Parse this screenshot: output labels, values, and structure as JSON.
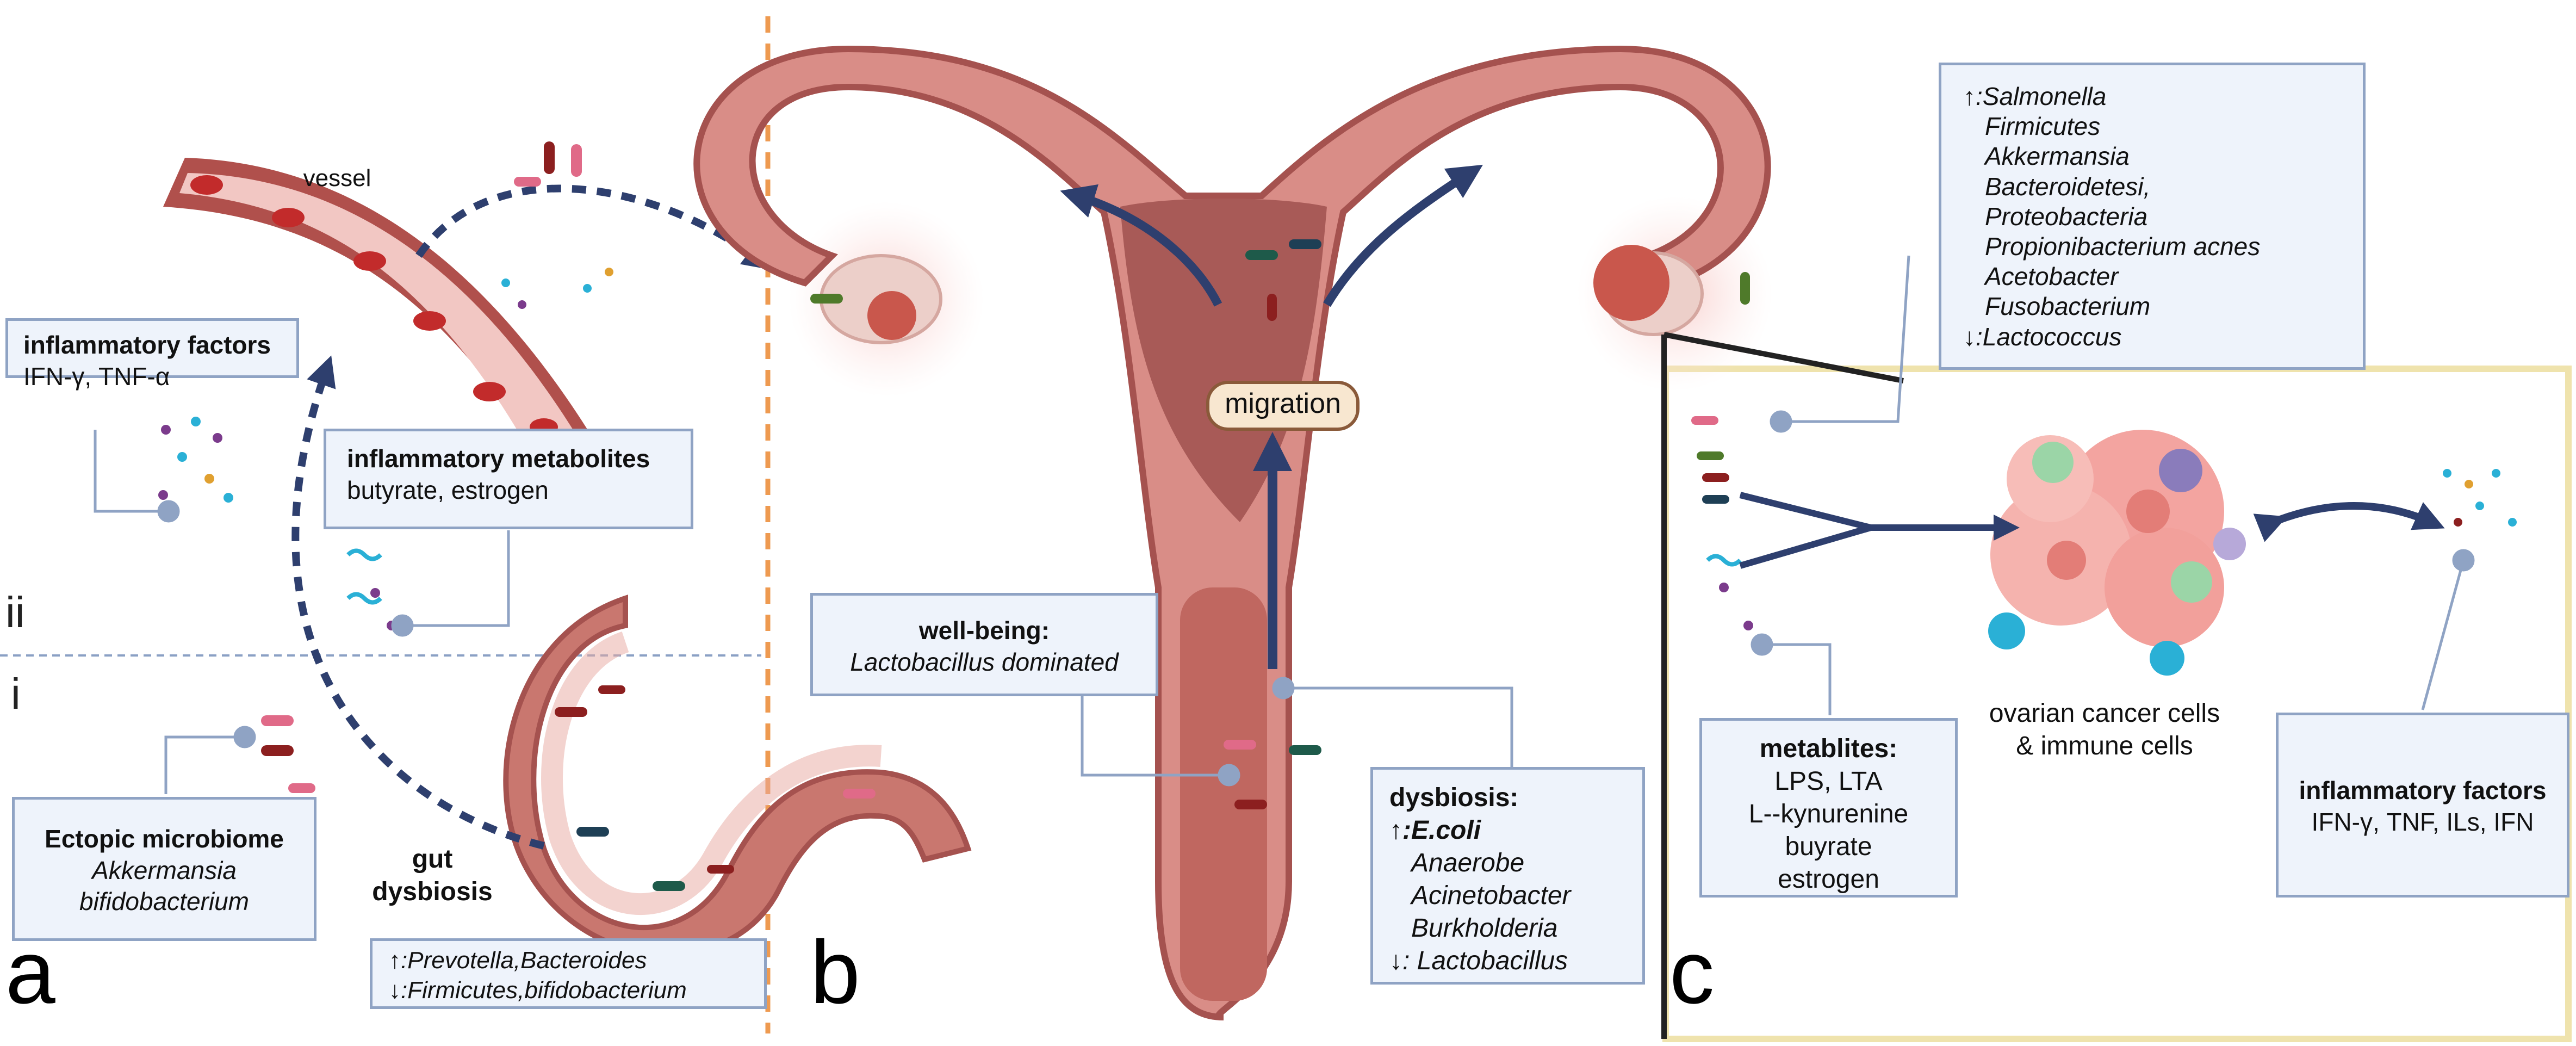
{
  "panels": [
    "a",
    "b",
    "c"
  ],
  "levels": [
    "ii",
    "i"
  ],
  "vessel_label": "vessel",
  "gut_label": [
    "gut",
    "dysbiosis"
  ],
  "migration_label": "migration",
  "cancer_label": [
    "ovarian cancer cells",
    "& immune cells"
  ],
  "boxes": {
    "inflam_factors_a": {
      "title": "inflammatory factors",
      "lines": [
        "IFN-γ,  TNF-α"
      ]
    },
    "inflam_metabolites": {
      "title": "inflammatory metabolites",
      "lines": [
        "butyrate,  estrogen"
      ]
    },
    "ectopic": {
      "title": "Ectopic microbiome",
      "lines": [
        "Akkermansia",
        "bifidobacterium"
      ]
    },
    "gut_taxa": {
      "lines": [
        "↑:Prevotella,Bacteroides",
        "↓:Firmicutes,bifidobacterium"
      ]
    },
    "wellbeing": {
      "title": "well-being:",
      "lines": [
        "Lactobacillus dominated"
      ]
    },
    "dysbiosis": {
      "title": "dysbiosis:",
      "lines": [
        "↑:E.coli",
        "Anaerobe",
        "Acinetobacter",
        "Burkholderia",
        "↓:  Lactobacillus"
      ]
    },
    "ovary_taxa": {
      "lines": [
        "↑:Salmonella",
        "Firmicutes",
        "Akkermansia",
        "Bacteroidetesi,",
        "Proteobacteria",
        "Propionibacterium acnes",
        "Acetobacter",
        "Fusobacterium",
        "↓:Lactococcus"
      ]
    },
    "metablites": {
      "title": "metablites:",
      "lines": [
        "LPS, LTA",
        "L--kynurenine",
        "buyrate",
        "estrogen"
      ]
    },
    "inflam_factors_c": {
      "title": "inflammatory factors",
      "lines": [
        "IFN-γ, TNF,  ILs, IFN"
      ]
    }
  },
  "colors": {
    "box_fill": "#eef3fb",
    "box_border": "#8fa3c4",
    "arrow": "#2e3f6e",
    "orange_divider": "#ee9a50",
    "blue_divider": "#8aa0c4",
    "panel_c_frame": "#efe3ad",
    "uterus": "#d98d87",
    "uterus_dark": "#a5524f",
    "vessel": "#b0504c"
  }
}
